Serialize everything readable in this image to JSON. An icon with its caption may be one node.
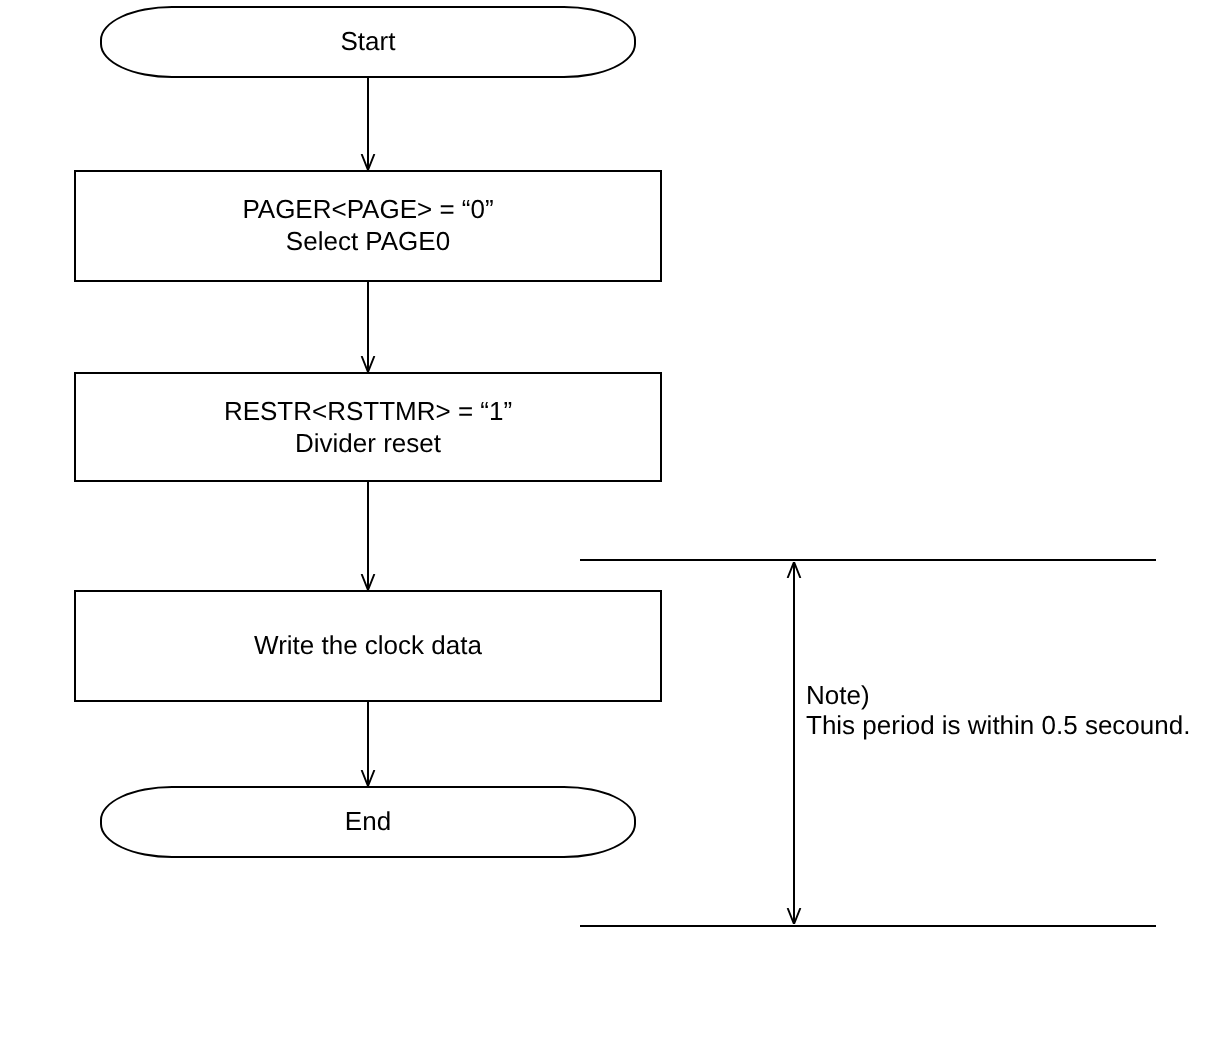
{
  "diagram": {
    "nodes": [
      {
        "text": [
          "Start"
        ]
      },
      {
        "text": [
          "PAGER<PAGE> = “0”",
          "Select PAGE0"
        ]
      },
      {
        "text": [
          "RESTR<RSTTMR> = “1”",
          "Divider reset"
        ]
      },
      {
        "text": [
          "Write the clock data"
        ]
      },
      {
        "text": [
          "End"
        ]
      }
    ],
    "edges": [
      {
        "from": 0,
        "to": 1,
        "arrow": "to"
      },
      {
        "from": 1,
        "to": 2,
        "arrow": "to"
      },
      {
        "from": 2,
        "to": 3,
        "arrow": "to"
      },
      {
        "from": 3,
        "to": 4,
        "arrow": "to"
      }
    ],
    "labels": [
      "Note)",
      "This period is within 0.5 secound."
    ]
  }
}
